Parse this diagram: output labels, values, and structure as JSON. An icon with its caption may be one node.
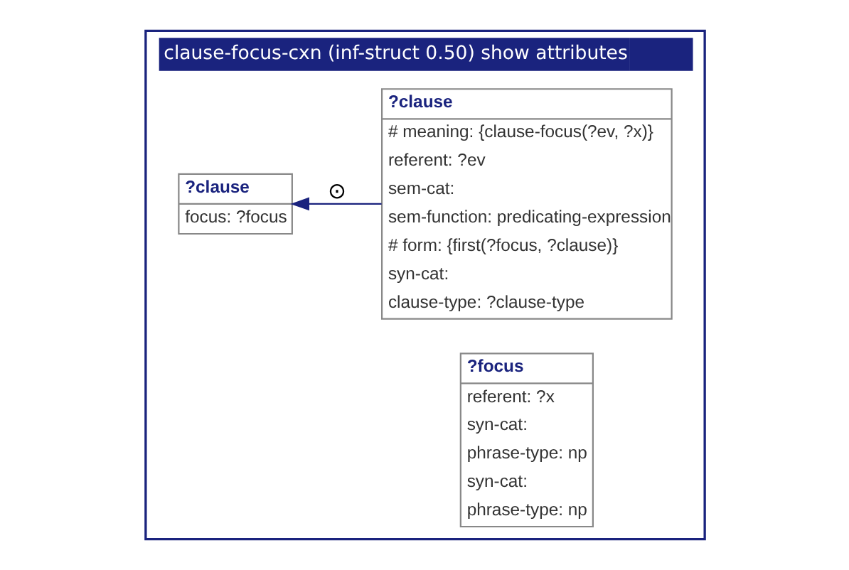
{
  "diagram": {
    "nodes": [
      {
        "text": [
          "clause-focus-cxn (inf-struct 0.50) show attributes"
        ]
      },
      {
        "text": [
          "?clause",
          "focus: ?focus"
        ],
        "in": 0
      },
      {
        "text": [
          "?clause",
          "# meaning: {clause-focus(?ev, ?x)}",
          "referent: ?ev",
          "sem-cat:",
          "sem-function: predicating-expression",
          "# form: {first(?focus, ?clause)}",
          "syn-cat:",
          "clause-type: ?clause-type"
        ],
        "in": 0
      },
      {
        "text": [
          "?focus",
          "referent: ?x",
          "syn-cat:",
          "phrase-type: np",
          "syn-cat:",
          "phrase-type: np"
        ],
        "in": 0
      }
    ],
    "edges": [
      {
        "from": 2,
        "to": 1,
        "arrow": "to",
        "label": "⊙"
      }
    ]
  }
}
